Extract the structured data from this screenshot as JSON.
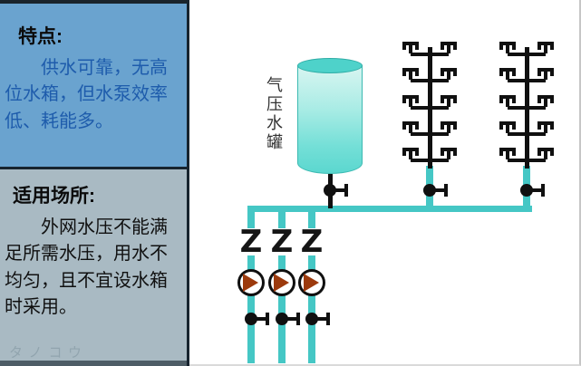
{
  "sidebar": {
    "features": {
      "title": "特点:",
      "body": "供水可靠，无高位水箱，但水泵效率低、耗能多。"
    },
    "usage": {
      "title": "适用场所:",
      "body": "外网水压不能满足所需水压，用水不均匀，且不宜设水箱时采用。"
    }
  },
  "diagram": {
    "tank_label": "气压水罐",
    "check_valve_symbol": "Z",
    "pump_count": 3,
    "riser_count": 2,
    "faucet_rows_per_riser": 5,
    "faucets_per_row": 2
  },
  "watermark": "タノコウ",
  "colors": {
    "pipe": "#45C7C5",
    "pump_triangle": "#9C3A0D",
    "panel_top_bg": "#6AA3CF",
    "panel_bottom_bg": "#A9BAC3",
    "feature_text": "#1E5CAC",
    "ink": "#101010",
    "tank_top": "#4ED2CA"
  }
}
